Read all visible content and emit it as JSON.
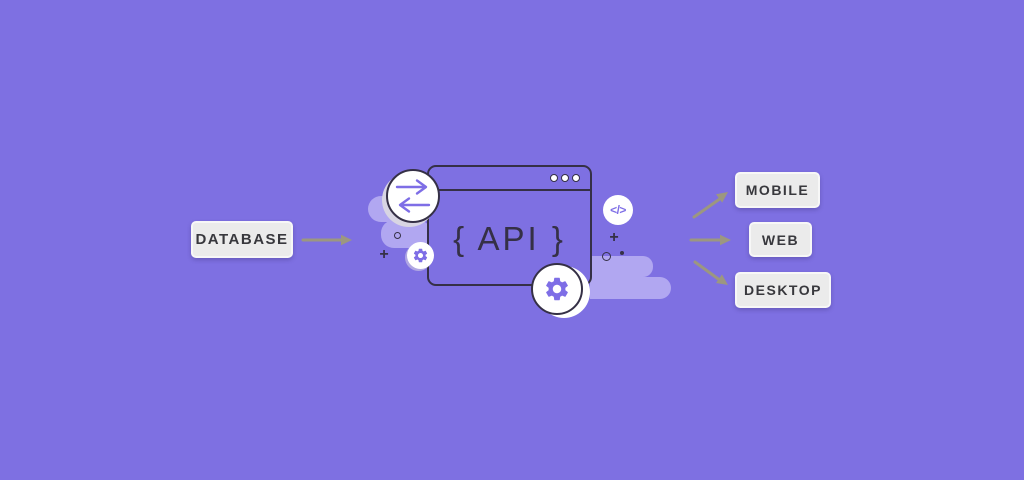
{
  "illustration": {
    "source": {
      "label": "DATABASE"
    },
    "api_window": {
      "label": "{ API }"
    },
    "clients": [
      {
        "label": "MOBILE"
      },
      {
        "label": "WEB"
      },
      {
        "label": "DESKTOP"
      }
    ],
    "glyphs": {
      "code": "</>",
      "plus": "+"
    }
  },
  "colors": {
    "bg": "#7e70e2",
    "cloud": "#b1a7f1",
    "ink": "#353046",
    "accent": "#7e6ee6",
    "arrow": "#9c9780",
    "box-fill": "#ebebeb",
    "box-border": "#f7f7f7",
    "box-text": "#38383d",
    "shadow": "#d8d5e3"
  }
}
